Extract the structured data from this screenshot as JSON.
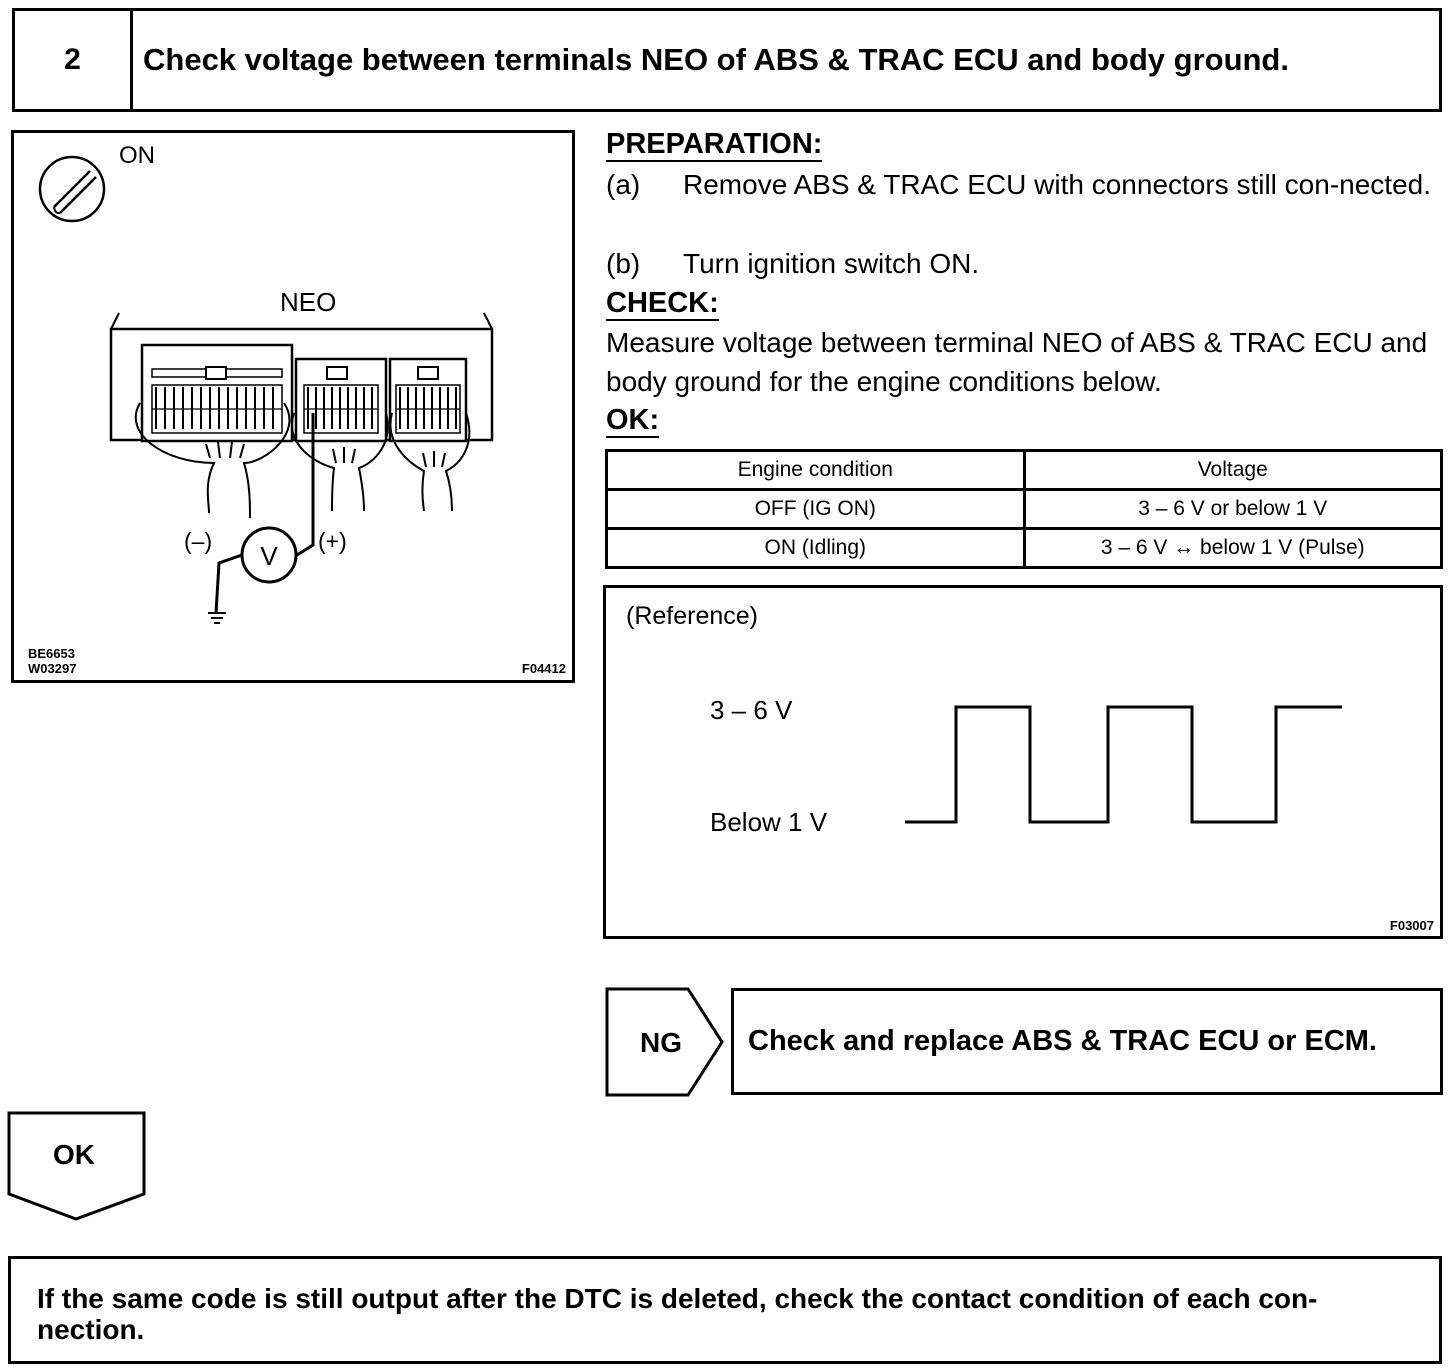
{
  "header": {
    "step_number": "2",
    "title": "Check voltage between terminals NEO of ABS & TRAC ECU and body ground."
  },
  "figure": {
    "ignition_label": "ON",
    "connector_label": "NEO",
    "negative_label": "(–)",
    "voltmeter_label": "V",
    "positive_label": "(+)",
    "code_1": "BE6653",
    "code_2": "W03297",
    "figure_code": "F04412"
  },
  "preparation": {
    "heading": "PREPARATION:",
    "steps": [
      {
        "label": "(a)",
        "text": "Remove ABS & TRAC ECU with connectors still con-nected."
      },
      {
        "label": "(b)",
        "text": "Turn ignition switch ON."
      }
    ]
  },
  "check": {
    "heading": "CHECK:",
    "text": "Measure voltage between terminal NEO of ABS & TRAC ECU and body ground for the engine conditions below."
  },
  "ok_spec": {
    "heading": "OK:",
    "columns": [
      "Engine condition",
      "Voltage"
    ],
    "rows": [
      [
        "OFF (IG ON)",
        "3 – 6 V or below 1 V"
      ],
      [
        "ON (Idling)",
        "3 – 6 V ↔ below 1 V (Pulse)"
      ]
    ]
  },
  "reference": {
    "label": "(Reference)",
    "high_label": "3 – 6 V",
    "low_label": "Below 1 V",
    "figure_code": "F03007"
  },
  "ng_branch": {
    "tag": "NG",
    "action": "Check and replace ABS & TRAC ECU or ECM."
  },
  "ok_branch": {
    "tag": "OK"
  },
  "footer": {
    "text": "If the same code is still output after the DTC is deleted, check the contact condition of each con-nection."
  }
}
